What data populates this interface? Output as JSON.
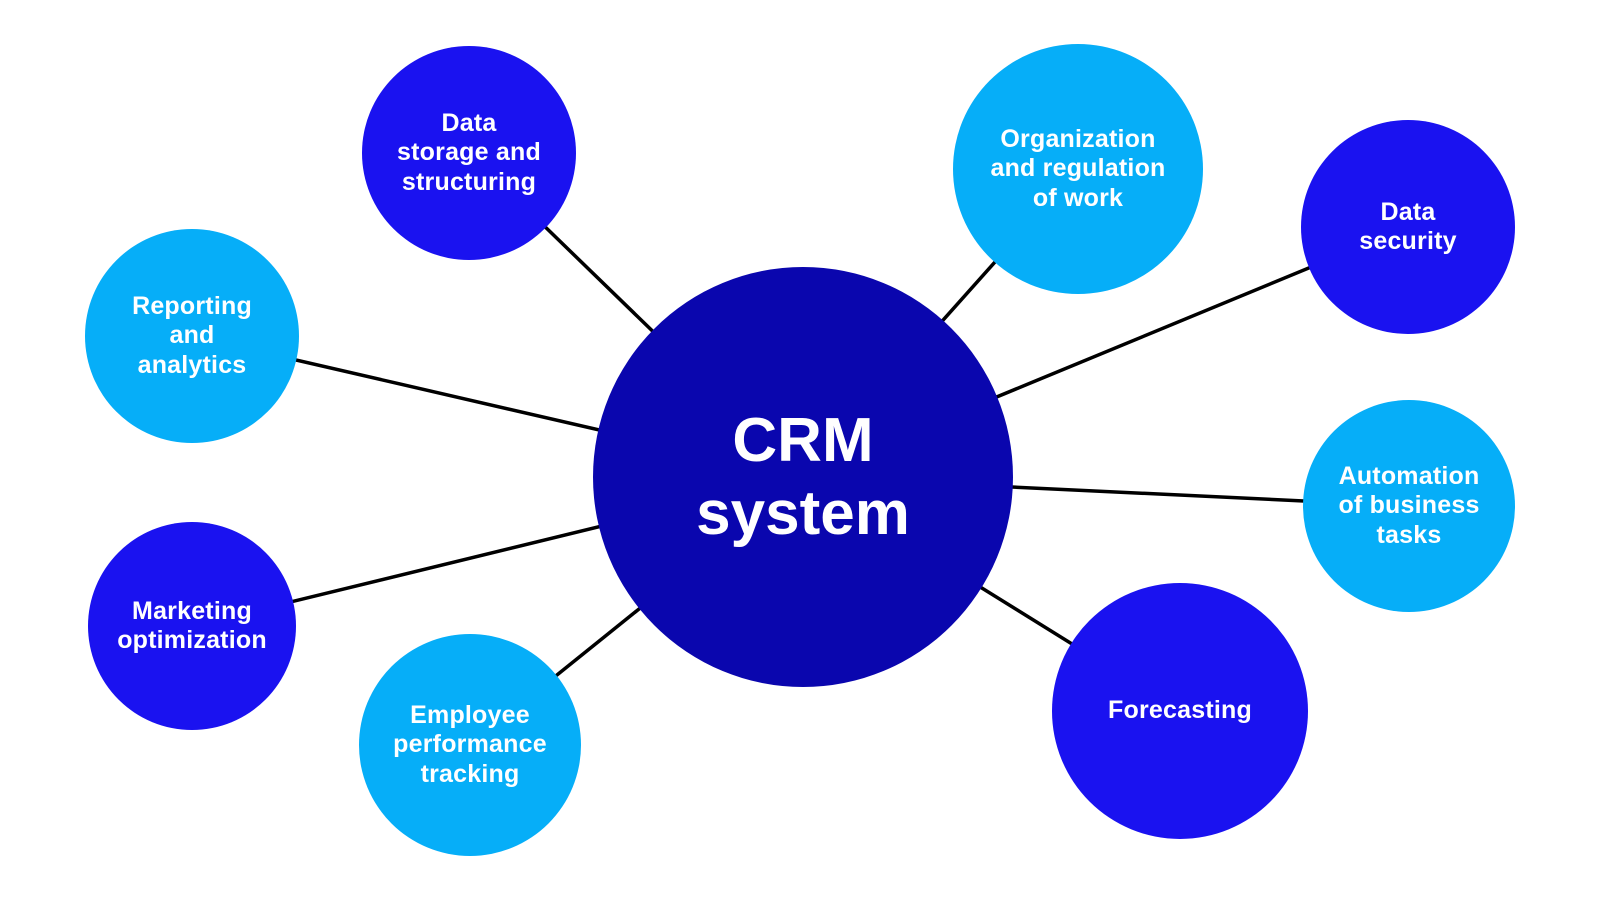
{
  "diagram": {
    "type": "mindmap",
    "background": "#FFFFFF"
  },
  "palette": {
    "background": "#FFFFFF",
    "line": "#000000",
    "label_text": "#FFFFFF",
    "navy": "#0A06AE",
    "blue": "#1A12F0",
    "sky": "#06AEF8"
  },
  "center": {
    "id": "crm-system",
    "label": "CRM\nsystem",
    "color": "navy"
  },
  "nodes": [
    {
      "id": "data-storage-and-structuring",
      "label": "Data\nstorage and\nstructuring",
      "color": "blue"
    },
    {
      "id": "organization-and-regulation-of-work",
      "label": "Organization\nand regulation\nof work",
      "color": "sky"
    },
    {
      "id": "data-security",
      "label": "Data\nsecurity",
      "color": "blue"
    },
    {
      "id": "automation-of-business-tasks",
      "label": "Automation\nof business\ntasks",
      "color": "sky"
    },
    {
      "id": "forecasting",
      "label": "Forecasting",
      "color": "blue"
    },
    {
      "id": "employee-performance-tracking",
      "label": "Employee\nperformance\ntracking",
      "color": "sky"
    },
    {
      "id": "marketing-optimization",
      "label": "Marketing\noptimization",
      "color": "blue"
    },
    {
      "id": "reporting-and-analytics",
      "label": "Reporting\nand\nanalytics",
      "color": "sky"
    }
  ],
  "edges": [
    {
      "from": "crm-system",
      "to": "data-storage-and-structuring"
    },
    {
      "from": "crm-system",
      "to": "organization-and-regulation-of-work"
    },
    {
      "from": "crm-system",
      "to": "data-security"
    },
    {
      "from": "crm-system",
      "to": "automation-of-business-tasks"
    },
    {
      "from": "crm-system",
      "to": "forecasting"
    },
    {
      "from": "crm-system",
      "to": "employee-performance-tracking"
    },
    {
      "from": "crm-system",
      "to": "marketing-optimization"
    },
    {
      "from": "crm-system",
      "to": "reporting-and-analytics"
    }
  ]
}
